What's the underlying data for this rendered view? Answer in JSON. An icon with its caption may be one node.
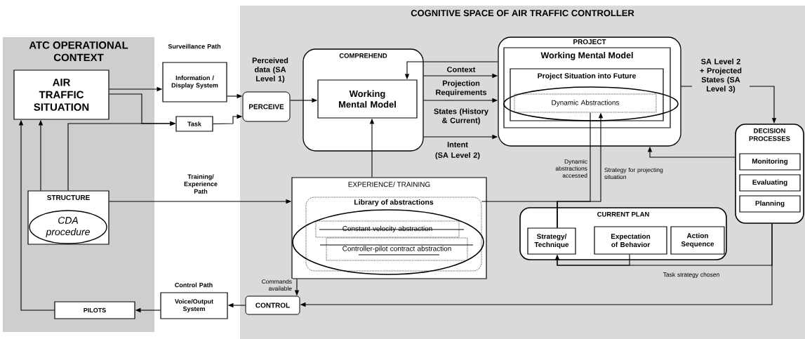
{
  "diagram": {
    "nodes": [
      {
        "text": [
          "ATC OPERATIONAL CONTEXT"
        ]
      },
      {
        "text": [
          "COGNITIVE SPACE OF AIR TRAFFIC CONTROLLER"
        ]
      },
      {
        "text": [
          "AIR TRAFFIC SITUATION"
        ],
        "in": 0
      },
      {
        "text": [
          "Information / Display System"
        ],
        "beside": [
          "Surveillance Path"
        ]
      },
      {
        "text": [
          "Task"
        ]
      },
      {
        "text": [
          "PERCEIVE"
        ],
        "in": 1
      },
      {
        "text": [
          "COMPREHEND"
        ],
        "in": 1
      },
      {
        "text": [
          "Working Mental Model"
        ],
        "in": 6
      },
      {
        "text": [
          "PROJECT"
        ],
        "in": 1
      },
      {
        "text": [
          "Working Mental Model"
        ],
        "in": 8
      },
      {
        "text": [
          "Project Situation into Future"
        ],
        "in": 9
      },
      {
        "text": [
          "Dynamic Abstractions"
        ],
        "in": 10
      },
      {
        "text": [
          "DECISION PROCESSES"
        ],
        "in": 1
      },
      {
        "text": [
          "Monitoring"
        ],
        "in": 12
      },
      {
        "text": [
          "Evaluating"
        ],
        "in": 12
      },
      {
        "text": [
          "Planning"
        ],
        "in": 12
      },
      {
        "text": [
          "STRUCTURE"
        ],
        "in": 0
      },
      {
        "text": [
          "CDA procedure"
        ],
        "in": 16
      },
      {
        "text": [
          "EXPERIENCE/ TRAINING"
        ],
        "in": 1
      },
      {
        "text": [
          "Library of abstractions"
        ],
        "in": 18
      },
      {
        "text": [
          "Constant velocity abstraction"
        ],
        "in": 19
      },
      {
        "text": [
          "Controller-pilot contract abstraction"
        ],
        "in": 19
      },
      {
        "text": [
          "CURRENT PLAN"
        ],
        "in": 1
      },
      {
        "text": [
          "Strategy/ Technique"
        ],
        "in": 22
      },
      {
        "text": [
          "Expectation of Behavior"
        ],
        "in": 22
      },
      {
        "text": [
          "Action Sequence"
        ],
        "in": 22
      },
      {
        "text": [
          "CONTROL"
        ],
        "in": 1
      },
      {
        "text": [
          "Voice/Output System"
        ],
        "beside": [
          "Control Path"
        ]
      },
      {
        "text": [
          "PILOTS"
        ],
        "in": 0
      }
    ],
    "edges": [
      {
        "from": 2,
        "to": 3,
        "arrow": "to"
      },
      {
        "from": 2,
        "to": 4,
        "arrow": "to"
      },
      {
        "from": 16,
        "to": 4,
        "arrow": "to"
      },
      {
        "from": 16,
        "to": 2,
        "arrow": "to"
      },
      {
        "from": 28,
        "to": 2,
        "arrow": "to"
      },
      {
        "from": 3,
        "to": 5,
        "arrow": "to"
      },
      {
        "from": 4,
        "to": 5,
        "arrow": "to"
      },
      {
        "from": 5,
        "to": 7,
        "arrow": "to",
        "label": "Perceived data (SA Level 1)"
      },
      {
        "from": 8,
        "to": 7,
        "arrow": "to"
      },
      {
        "from": 6,
        "to": 8,
        "arrow": "to",
        "label": "Context"
      },
      {
        "from": 6,
        "to": 8,
        "arrow": "to",
        "label": "Projection Requirements"
      },
      {
        "from": 6,
        "to": 8,
        "arrow": "to",
        "label": "Intent"
      },
      {
        "from": 18,
        "to": 7,
        "arrow": "to"
      },
      {
        "from": 16,
        "to": 18,
        "arrow": "to",
        "label": "Training/ Experience Path"
      },
      {
        "from": 19,
        "to": 23,
        "arrow": "none"
      },
      {
        "from": 11,
        "to": 23,
        "arrow": "none",
        "label": "Dynamic abstractions accessed"
      },
      {
        "from": 23,
        "to": 11,
        "arrow": "to",
        "label": "Strategy for projecting situation"
      },
      {
        "from": 12,
        "to": 8,
        "arrow": "to"
      },
      {
        "from": 8,
        "to": 12,
        "arrow": "to",
        "label": "SA Level 2 + Projected States (SA Level 3)"
      },
      {
        "from": 12,
        "to": 23,
        "arrow": "to",
        "label": "Task strategy chosen"
      },
      {
        "from": 24,
        "to": 23,
        "arrow": "to"
      },
      {
        "from": 12,
        "to": 26,
        "arrow": "to"
      },
      {
        "from": 18,
        "to": 26,
        "arrow": "to",
        "label": "Commands available"
      },
      {
        "from": 26,
        "to": 27,
        "arrow": "to"
      },
      {
        "from": 27,
        "to": 28,
        "arrow": "to"
      }
    ],
    "labels": [
      "States (History & Current)",
      "(SA Level 2)"
    ]
  }
}
